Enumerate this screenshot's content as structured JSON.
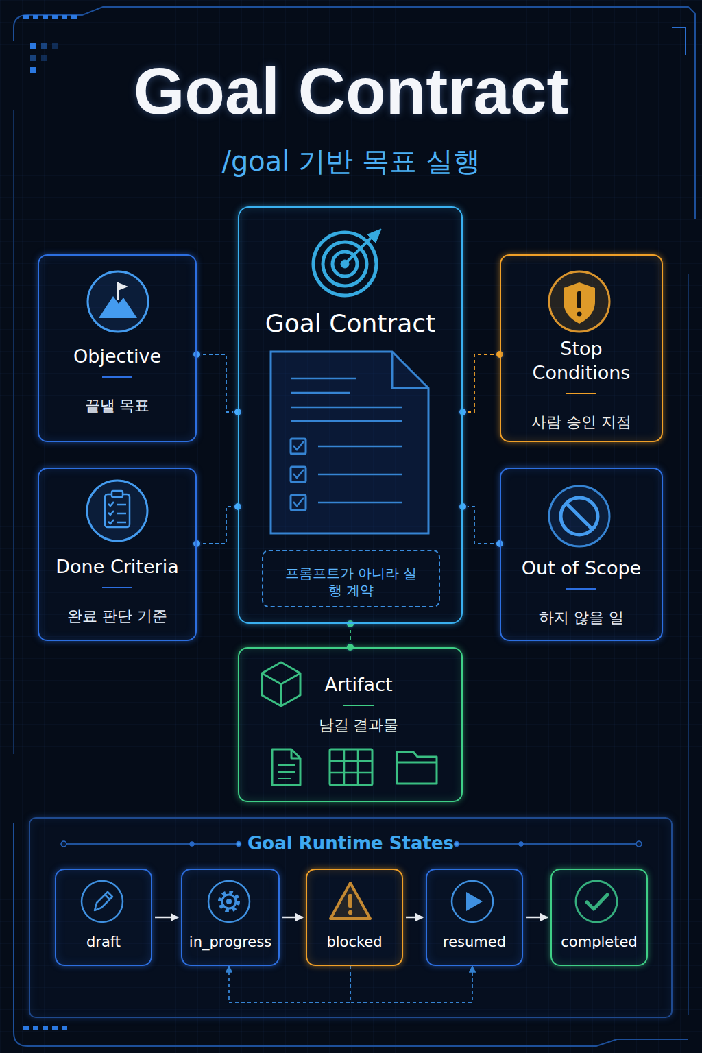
{
  "diagram": {
    "title": "Goal Contract",
    "nodes": [
      {
        "text": [
          "Objective",
          "끝낼 목표"
        ]
      },
      {
        "text": [
          "Done Criteria",
          "완료 판단 기준"
        ]
      },
      {
        "text": [
          "Goal Contract"
        ]
      },
      {
        "text": [
          "프롬프트가 아니라 실행 계약"
        ],
        "in": 2
      },
      {
        "text": [
          "Stop Conditions",
          "사람 승인 지점"
        ]
      },
      {
        "text": [
          "Out of Scope",
          "하지 않을 일"
        ]
      },
      {
        "text": [
          "Artifact",
          "남길 결과물"
        ]
      },
      {
        "text": [
          "Goal Runtime States"
        ]
      },
      {
        "text": [
          "draft"
        ],
        "in": 7
      },
      {
        "text": [
          "in_progress"
        ],
        "in": 7
      },
      {
        "text": [
          "blocked"
        ],
        "in": 7
      },
      {
        "text": [
          "resumed"
        ],
        "in": 7
      },
      {
        "text": [
          "completed"
        ],
        "in": 7
      }
    ],
    "edges": [
      {
        "from": 0,
        "to": 2,
        "arrow": "none"
      },
      {
        "from": 1,
        "to": 2,
        "arrow": "none"
      },
      {
        "from": 4,
        "to": 2,
        "arrow": "none"
      },
      {
        "from": 5,
        "to": 2,
        "arrow": "none"
      },
      {
        "from": 2,
        "to": 6,
        "arrow": "none"
      },
      {
        "from": 8,
        "to": 9,
        "arrow": "to"
      },
      {
        "from": 9,
        "to": 10,
        "arrow": "to"
      },
      {
        "from": 10,
        "to": 11,
        "arrow": "to"
      },
      {
        "from": 11,
        "to": 12,
        "arrow": "to"
      },
      {
        "from": 10,
        "to": 9,
        "arrow": "to"
      },
      {
        "from": 10,
        "to": 11,
        "arrow": "to"
      }
    ],
    "labels": [
      "/goal 기반 목표 실행"
    ]
  }
}
